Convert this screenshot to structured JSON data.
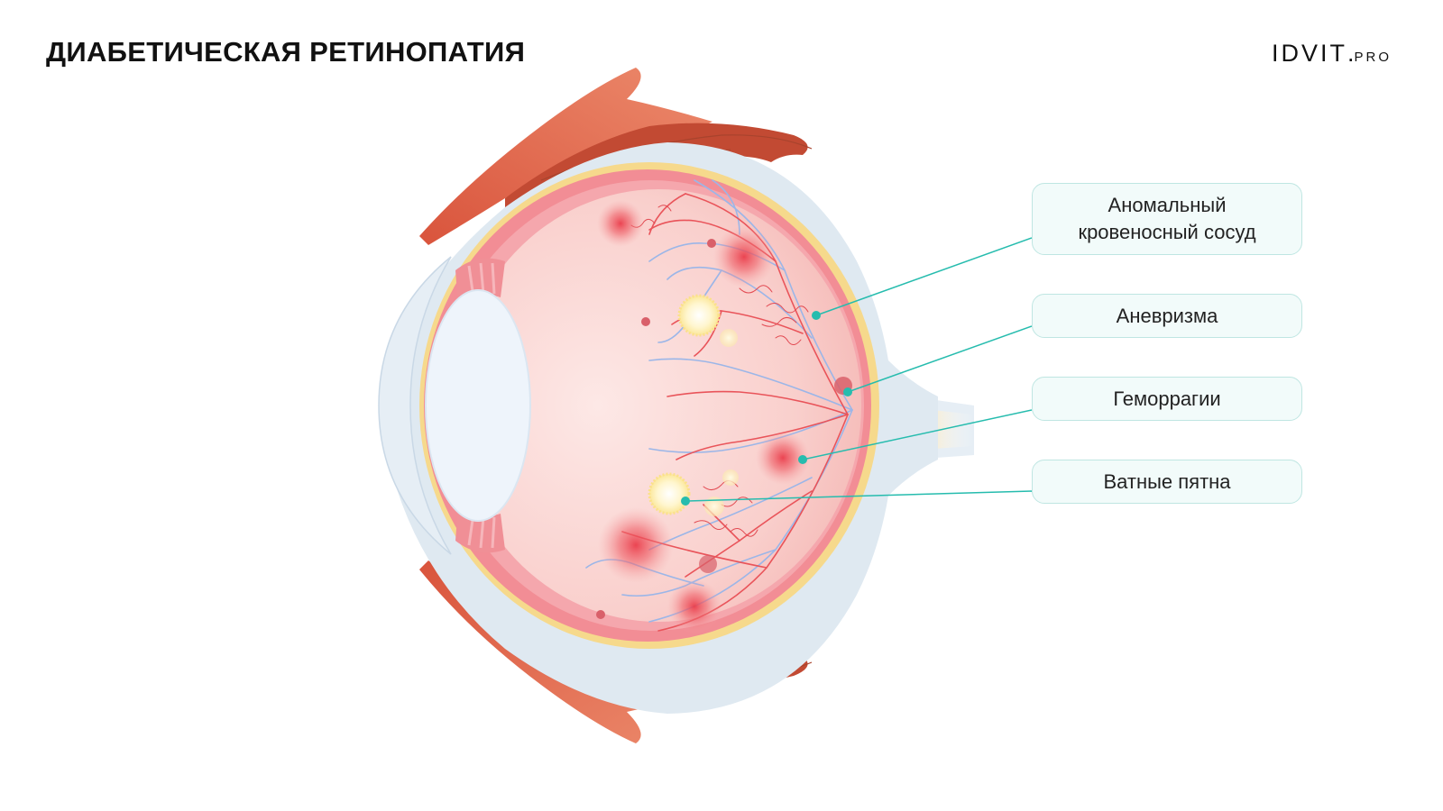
{
  "header": {
    "title": "ДИАБЕТИЧЕСКАЯ РЕТИНОПАТИЯ"
  },
  "logo": {
    "main": "ID",
    "accent": "V",
    "rest": "IT",
    "dot": ".",
    "suffix": "PRO"
  },
  "callouts": [
    {
      "id": "abnormal-vessel",
      "label": "Аномальный кровеносный сосуд"
    },
    {
      "id": "aneurysm",
      "label": "Аневризма"
    },
    {
      "id": "hemorrhages",
      "label": "Геморрагии"
    },
    {
      "id": "cotton-wool-spots",
      "label": "Ватные пятна"
    }
  ],
  "colors": {
    "leader_line": "#26bcae",
    "callout_border": "#bfe6e2",
    "callout_fill": "#f2fbfa",
    "muscle": "#e0674c",
    "sclera": "#dfe9f1",
    "retina": "#f28d95",
    "vitreous": "#fbd9d6",
    "vessel_red": "#e9545a",
    "vessel_blue": "#9bb6e8",
    "hemorrhage": "#ea3d4b",
    "cotton_wool": "#fff6cf"
  }
}
